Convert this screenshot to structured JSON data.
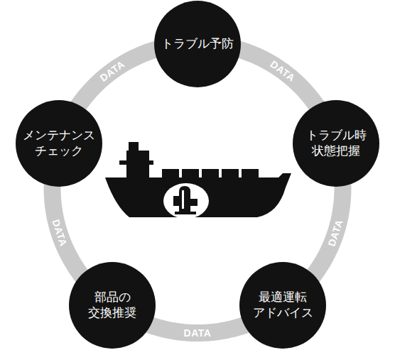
{
  "diagram": {
    "nodes": [
      {
        "text": [
          "トラブル予防"
        ]
      },
      {
        "text": [
          "トラブル時 状態把握"
        ]
      },
      {
        "text": [
          "最適運転 アドバイス"
        ]
      },
      {
        "text": [
          "部品の 交換推奨"
        ]
      },
      {
        "text": [
          "メンテナンス チェック"
        ]
      }
    ],
    "edges": [
      {
        "from": 0,
        "to": 1,
        "label": "DATA",
        "arrow": "none"
      },
      {
        "from": 1,
        "to": 2,
        "label": "DATA",
        "arrow": "none"
      },
      {
        "from": 2,
        "to": 3,
        "label": "DATA",
        "arrow": "none"
      },
      {
        "from": 3,
        "to": 4,
        "label": "DATA",
        "arrow": "none"
      },
      {
        "from": 4,
        "to": 0,
        "label": "DATA",
        "arrow": "none"
      }
    ]
  }
}
